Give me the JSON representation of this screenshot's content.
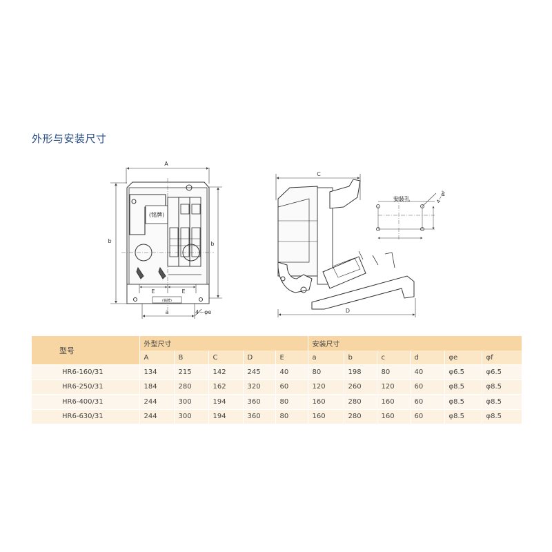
{
  "section_title": "外形与安装尺寸",
  "drawing_labels": {
    "front": {
      "A": "A",
      "b_left": "b",
      "b_right": "b",
      "E_left": "E",
      "E_right": "E",
      "a": "a",
      "hole": "4－φe",
      "nameplate": "(铭牌)",
      "small_plate": "(铭牌)"
    },
    "side": {
      "C": "C",
      "D": "D"
    },
    "mount": {
      "label": "安装孔",
      "hole": "4－φf"
    }
  },
  "table": {
    "model_header": "型号",
    "group1_header": "外型尺寸",
    "group2_header": "安装尺寸",
    "sub_headers": [
      "A",
      "B",
      "C",
      "D",
      "E",
      "a",
      "b",
      "c",
      "d",
      "φe",
      "φf"
    ],
    "rows": [
      {
        "model": "HR6-160/31",
        "values": [
          "134",
          "215",
          "142",
          "245",
          "40",
          "80",
          "198",
          "80",
          "40",
          "φ6.5",
          "φ6.5"
        ]
      },
      {
        "model": "HR6-250/31",
        "values": [
          "184",
          "280",
          "162",
          "320",
          "60",
          "120",
          "260",
          "120",
          "60",
          "φ8.5",
          "φ8.5"
        ]
      },
      {
        "model": "HR6-400/31",
        "values": [
          "244",
          "300",
          "194",
          "360",
          "80",
          "160",
          "280",
          "160",
          "60",
          "φ8.5",
          "φ8.5"
        ]
      },
      {
        "model": "HR6-630/31",
        "values": [
          "244",
          "300",
          "194",
          "360",
          "80",
          "160",
          "280",
          "160",
          "60",
          "φ8.5",
          "φ8.5"
        ]
      }
    ]
  }
}
